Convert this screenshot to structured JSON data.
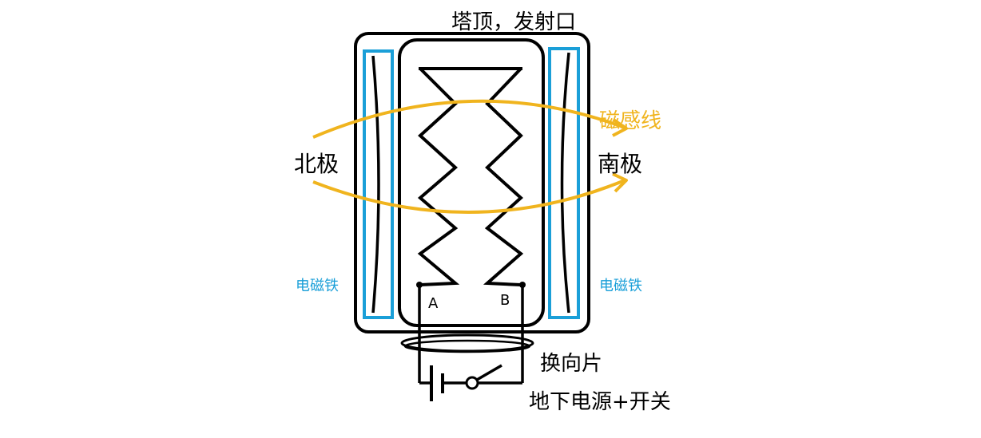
{
  "labels": {
    "tower_top": "塔顶，发射口",
    "north_pole": "北极",
    "south_pole": "南极",
    "magnetic_field_lines": "磁感线",
    "electromagnet_left": "电磁铁",
    "electromagnet_right": "电磁铁",
    "terminal_a": "A",
    "terminal_b": "B",
    "commutator": "换向片",
    "power_switch": "地下电源+开关"
  },
  "colors": {
    "outline": "#000000",
    "electromagnet": "#1a9fd8",
    "field_line": "#f0b41e",
    "background": "#ffffff"
  }
}
